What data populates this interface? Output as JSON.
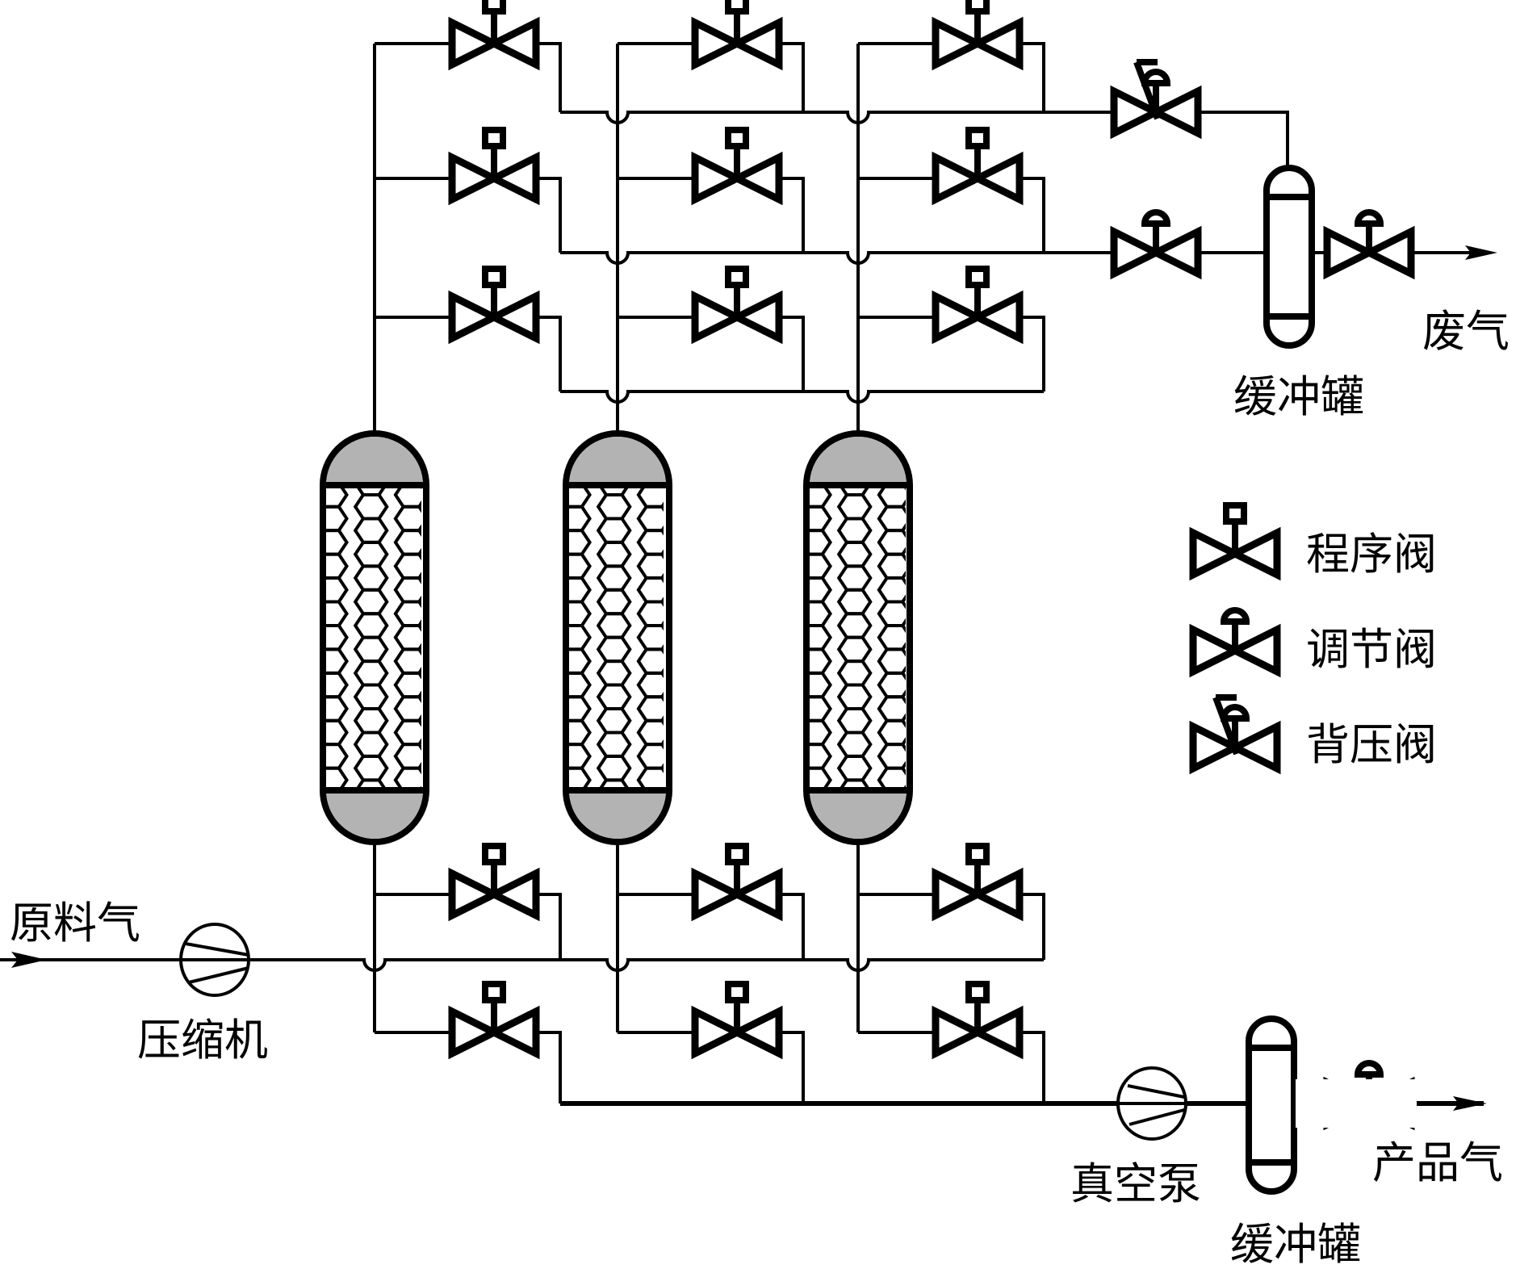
{
  "title": "Pressure swing adsorption process flow diagram",
  "labels": {
    "feed_gas": "原料气",
    "compressor": "压缩机",
    "waste_gas": "废气",
    "buffer_tank_top": "缓冲罐",
    "vacuum_pump": "真空泵",
    "product_gas": "产品气",
    "buffer_tank_bottom": "缓冲罐"
  },
  "legend": {
    "items": [
      {
        "icon": "program-valve-icon",
        "label": "程序阀"
      },
      {
        "icon": "control-valve-icon",
        "label": "调节阀"
      },
      {
        "icon": "back-pressure-valve-icon",
        "label": "背压阀"
      }
    ]
  },
  "equipment": {
    "adsorbers": [
      {
        "name": "adsorber-1",
        "packing": "hexagonal-adsorbent-bed"
      },
      {
        "name": "adsorber-2",
        "packing": "hexagonal-adsorbent-bed"
      },
      {
        "name": "adsorber-3",
        "packing": "hexagonal-adsorbent-bed"
      }
    ],
    "program_valve_count": 15,
    "control_valve_count": 3,
    "back_pressure_valve_count": 1
  },
  "colors": {
    "line": "#000000",
    "vessel_head_fill": "#b3b3b3",
    "background": "#ffffff"
  }
}
